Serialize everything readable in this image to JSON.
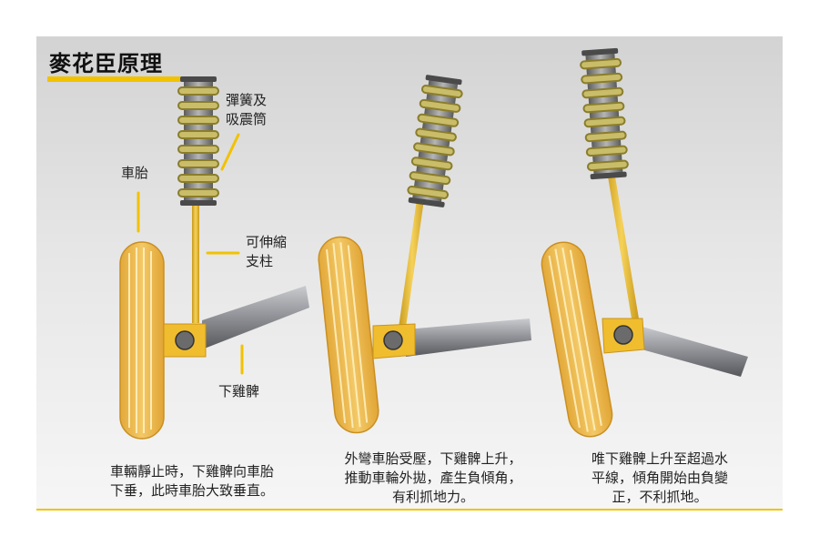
{
  "title": "麥花臣原理",
  "labels": {
    "spring": [
      "彈簧及",
      "吸震筒"
    ],
    "tire": "車胎",
    "strut": [
      "可伸縮",
      "支柱"
    ],
    "arm": "下雞髀"
  },
  "captions": [
    [
      "車輛靜止時，下雞髀向車胎",
      "下垂，此時車胎大致垂直。"
    ],
    [
      "外彎車胎受壓，下雞髀上升，",
      "推動車輪外拋，產生負傾角，",
      "有利抓地力。"
    ],
    [
      "唯下雞髀上升至超過水",
      "平線，傾角開始由負變",
      "正，不利抓地。"
    ]
  ],
  "colors": {
    "accent": "#f2c200",
    "tire": "#e9b84a",
    "spring": "#b8ac5c",
    "arm": "#8e9095",
    "pivot": "#6b6b6b"
  }
}
